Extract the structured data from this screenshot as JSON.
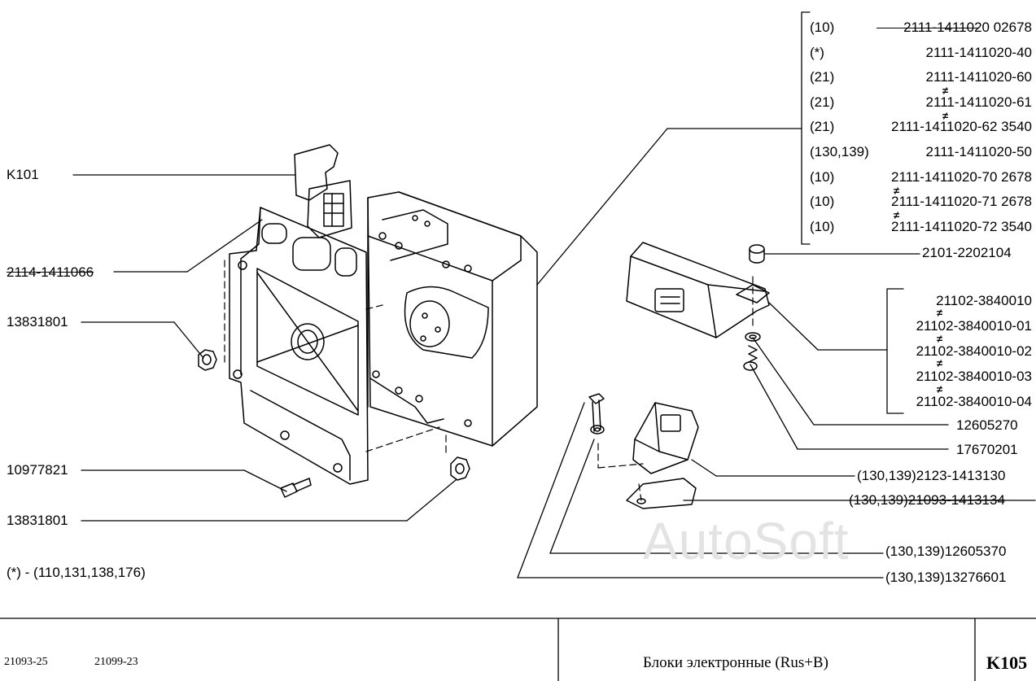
{
  "labels": {
    "k101": "K101",
    "bracket": "2114-1411066",
    "nut_left": "13831801",
    "bolt": "10977821",
    "nut_bottom": "13831801",
    "note": "(*) - (110,131,138,176)",
    "bushing": "2101-2202104",
    "washer": "12605270",
    "screw": "17670201",
    "sensor": "(130,139)2123-1413130",
    "sensor_bracket_prefix": "(130,139)",
    "sensor_bracket_num": "21093-1413134",
    "washer2": "(130,139)12605370",
    "bolt2": "(130,139)13276601"
  },
  "ecu_variants": [
    {
      "qty": "(10)",
      "num": "2111-1411020 02678"
    },
    {
      "qty": "(*)",
      "num": "2111-1411020-40"
    },
    {
      "qty": "(21)",
      "num": "2111-1411020-60"
    },
    {
      "qty": "(21)",
      "num": "2111-1411020-61"
    },
    {
      "qty": "(21)",
      "num": "2111-1411020-62  3540"
    },
    {
      "qty": "(130,139)",
      "num": "2111-1411020-50"
    },
    {
      "qty": "(10)",
      "num": "2111-1411020-70  2678"
    },
    {
      "qty": "(10)",
      "num": "2111-1411020-71  2678"
    },
    {
      "qty": "(10)",
      "num": "2111-1411020-72  3540"
    }
  ],
  "immo_variants": [
    "21102-3840010",
    "21102-3840010-01",
    "21102-3840010-02",
    "21102-3840010-03",
    "21102-3840010-04"
  ],
  "neq_symbol": "≠",
  "watermark": "AutoSoft",
  "footer": {
    "model1": "21093-25",
    "model2": "21099-23",
    "title": "Блоки электронные (Rus+B)",
    "code": "K105"
  }
}
